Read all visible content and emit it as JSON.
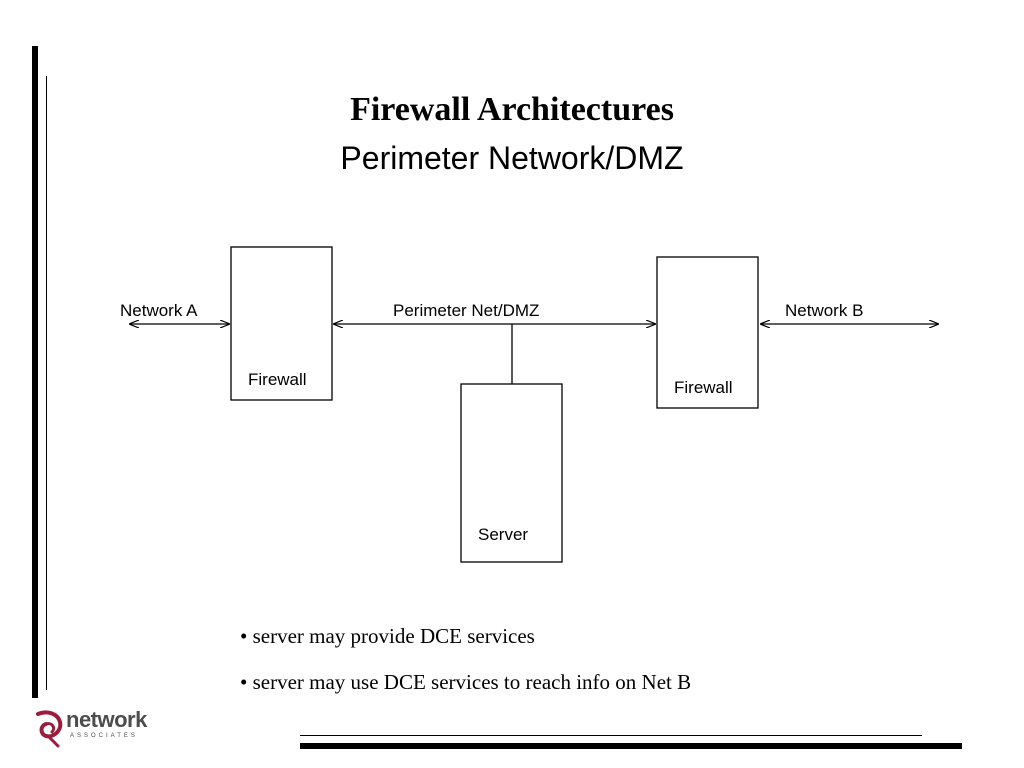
{
  "slide": {
    "title": "Firewall Architectures",
    "subtitle": "Perimeter Network/DMZ"
  },
  "diagram": {
    "labels": {
      "network_a": "Network A",
      "perimeter": "Perimeter Net/DMZ",
      "network_b": "Network B",
      "firewall_left": "Firewall",
      "firewall_right": "Firewall",
      "server": "Server"
    }
  },
  "bullets": [
    "• server may provide DCE services",
    "• server may use DCE services to reach info on Net B"
  ],
  "logo": {
    "name": "network",
    "sub": "ASSOCIATES",
    "color": "#9b1c3c"
  }
}
